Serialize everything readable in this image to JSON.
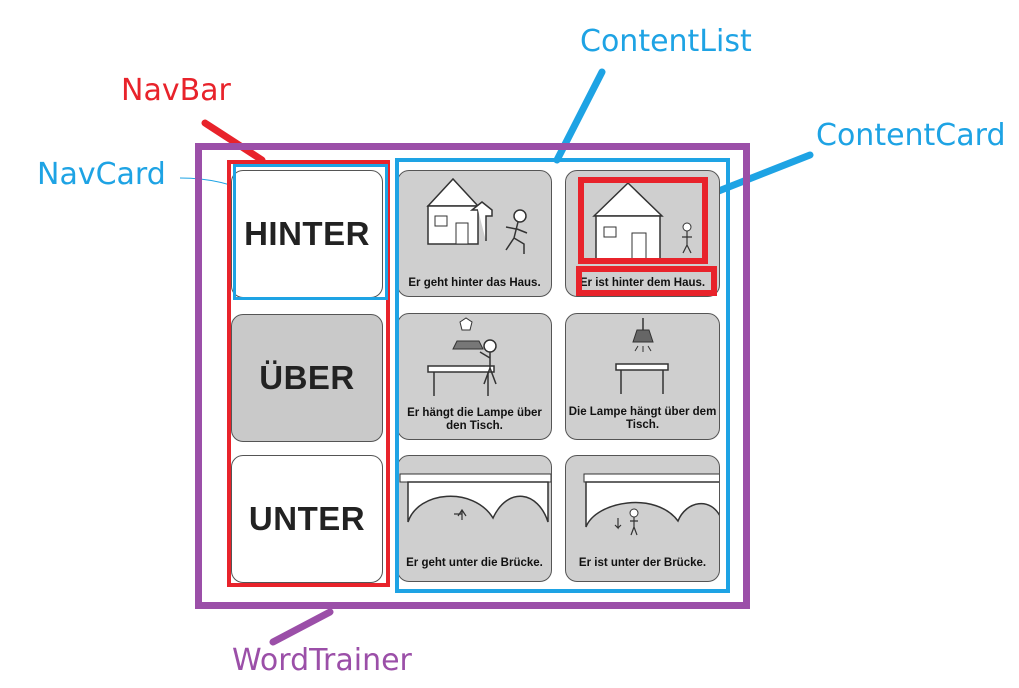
{
  "labels": {
    "nav_bar": "NavBar",
    "nav_card": "NavCard",
    "content_list": "ContentList",
    "content_card": "ContentCard",
    "word_trainer": "WordTrainer"
  },
  "nav_cards": [
    {
      "word": "HINTER"
    },
    {
      "word": "ÜBER"
    },
    {
      "word": "UNTER"
    }
  ],
  "content_cards": [
    {
      "caption": "Er geht hinter das Haus."
    },
    {
      "caption": "Er ist hinter dem Haus."
    },
    {
      "caption": "Er hängt die Lampe über den Tisch."
    },
    {
      "caption": "Die Lampe hängt über dem Tisch."
    },
    {
      "caption": "Er geht unter die Brücke."
    },
    {
      "caption": "Er ist unter der Brücke."
    }
  ],
  "colors": {
    "red": "#e8232b",
    "blue": "#1ea3e4",
    "purple": "#9b4fa8",
    "card_gray": "#cfcfcf"
  }
}
